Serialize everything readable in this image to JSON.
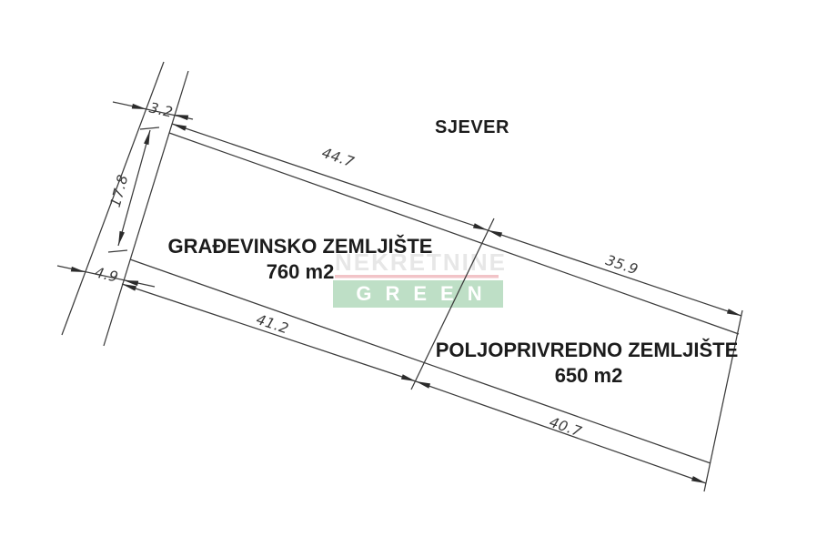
{
  "compass": {
    "north_label": "SJEVER"
  },
  "parcels": {
    "building": {
      "name": "GRAĐEVINSKO ZEMLJIŠTE",
      "area": "760 m2"
    },
    "agricultural": {
      "name": "POLJOPRIVREDNO ZEMLJIŠTE",
      "area": "650 m2"
    }
  },
  "dimensions": {
    "top_boundary_left_m": "44.7",
    "top_boundary_right_m": "35.9",
    "bottom_boundary_left_m": "41.2",
    "bottom_boundary_right_m": "40.7",
    "road_width_top_m": "3.2",
    "road_frontage_m": "17.8",
    "road_width_bottom_m": "4.9"
  },
  "watermark": {
    "name": "NEKRETNINE",
    "brand": "GREEN"
  },
  "colors": {
    "line": "#3b3b3b",
    "arrow": "#2b2b2b",
    "label": "#1c1c1c",
    "dim_text": "#3b3b3b",
    "watermark_gray": "#e7e7e7",
    "watermark_pink": "#f2c4c8",
    "watermark_green_bg": "#bedfc6",
    "watermark_text": "#ffffff"
  }
}
